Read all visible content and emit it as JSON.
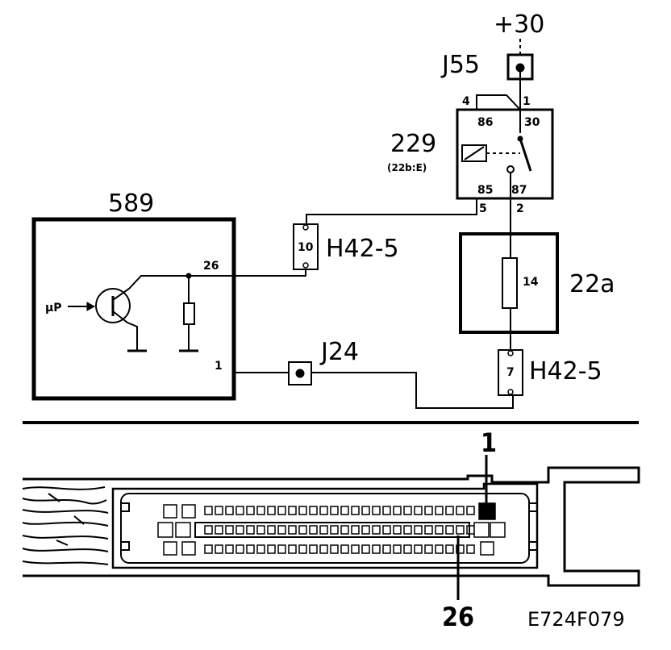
{
  "schematic": {
    "supply": "+30",
    "junction_j55": "J55",
    "relay": {
      "id": "229",
      "ref": "(22b:E)",
      "pin_4": "4",
      "pin_1": "1",
      "terminal_86": "86",
      "terminal_30": "30",
      "terminal_85": "85",
      "terminal_87": "87",
      "pin_5": "5",
      "pin_2": "2"
    },
    "module": {
      "id": "589",
      "pin_26": "26",
      "pin_1": "1",
      "input": "µP"
    },
    "connector_top": {
      "pin": "10",
      "label": "H42-5"
    },
    "connector_bottom": {
      "pin": "7",
      "label": "H42-5"
    },
    "fuse": {
      "id": "22a",
      "value": "14"
    },
    "junction_j24": "J24"
  },
  "connector_view": {
    "callout_pin_1": "1",
    "callout_pin_26": "26",
    "figure_code": "E724F079"
  }
}
